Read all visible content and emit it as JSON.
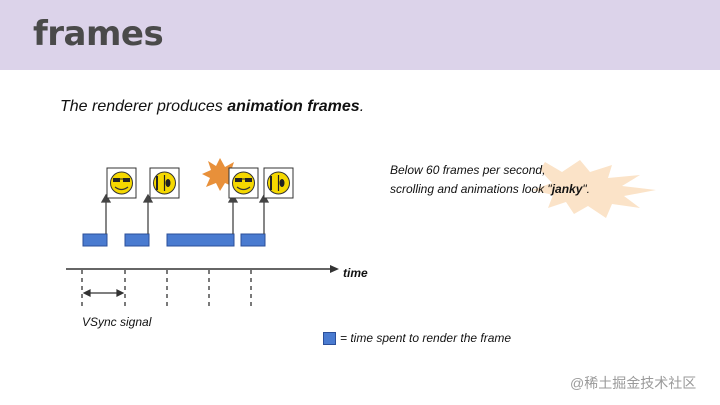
{
  "slide": {
    "title": "frames",
    "intro_prefix": "The renderer produces ",
    "intro_bold": "animation frames",
    "intro_suffix": "."
  },
  "note": {
    "line1": "Below 60 frames per second,",
    "line2_prefix": "scrolling and animations look \"",
    "line2_bold": "janky",
    "line2_suffix": "\"."
  },
  "diagram": {
    "axis_label": "time",
    "vsync_label": "VSync signal",
    "legend_text": "= time spent to render the frame",
    "frame_icons": [
      "sunglasses-smiley",
      "nervous-smiley",
      "sunglasses-smiley",
      "nervous-smiley"
    ],
    "colors": {
      "render_bar": "#4a7bd0",
      "render_bar_border": "#2b4f9a",
      "header_bg": "#dcd3ea",
      "smiley": "#f5d800",
      "jank_burst": "#e8903a",
      "janky_burst": "#fbe3c8"
    }
  },
  "watermark": "@稀土掘金技术社区"
}
